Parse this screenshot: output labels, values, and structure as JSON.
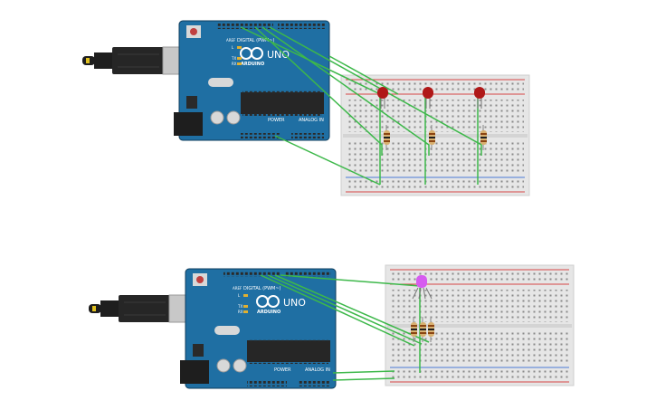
{
  "colors": {
    "board": "#1f6fa3",
    "board_dark": "#17557e",
    "board_edge": "#0f3d5c",
    "wire": "#3db84a",
    "breadboard": "#e6e6e6",
    "rail_red": "#d64545",
    "rail_blue": "#4a7bd6",
    "led_red": "#b01818",
    "led_rgb": "#d65cf0",
    "resistor": "#d8b070",
    "usb_cable": "#1e1e1e",
    "usb_plug": "#c8c8c8"
  },
  "circuits": [
    {
      "board": {
        "brand": "ARDUINO",
        "model": "UNO",
        "digital_label": "DIGITAL (PWM~)",
        "power_label": "POWER",
        "analog_label": "ANALOG IN",
        "aref_label": "AREF",
        "led_labels": [
          "L",
          "TX",
          "RX"
        ]
      },
      "components": [
        {
          "kind": "led",
          "name": "red-led-1"
        },
        {
          "kind": "led",
          "name": "red-led-2"
        },
        {
          "kind": "led",
          "name": "red-led-3"
        },
        {
          "kind": "resistor",
          "name": "resistor-1"
        },
        {
          "kind": "resistor",
          "name": "resistor-2"
        },
        {
          "kind": "resistor",
          "name": "resistor-3"
        }
      ]
    },
    {
      "board": {
        "brand": "ARDUINO",
        "model": "UNO",
        "digital_label": "DIGITAL (PWM~)",
        "power_label": "POWER",
        "analog_label": "ANALOG IN",
        "aref_label": "AREF",
        "led_labels": [
          "L",
          "TX",
          "RX"
        ]
      },
      "components": [
        {
          "kind": "rgb-led",
          "name": "rgb-led"
        },
        {
          "kind": "resistor",
          "name": "resistor-1"
        },
        {
          "kind": "resistor",
          "name": "resistor-2"
        },
        {
          "kind": "resistor",
          "name": "resistor-3"
        }
      ]
    }
  ]
}
